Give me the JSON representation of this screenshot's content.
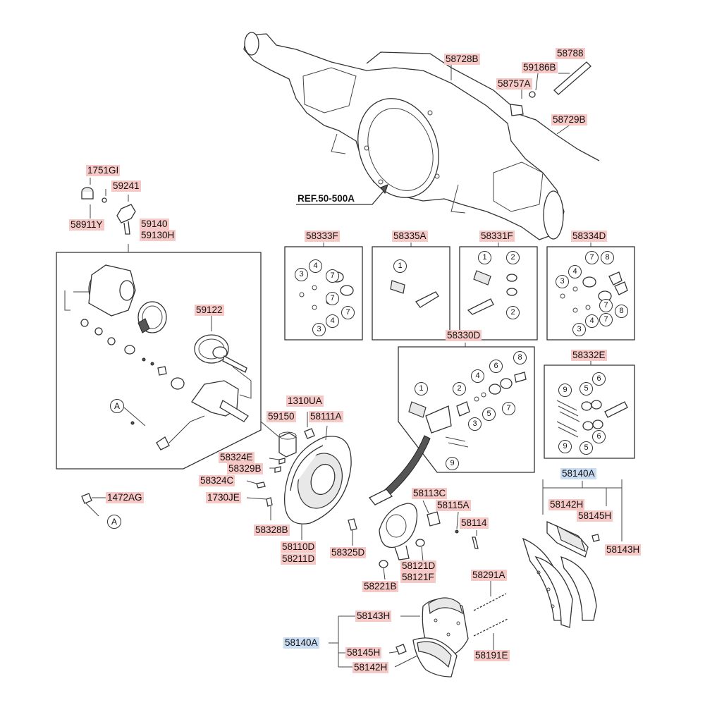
{
  "reference": "REF.50-500A",
  "labels": {
    "p58728B": "58728B",
    "p58788": "58788",
    "p59186B": "59186B",
    "p58757A": "58757A",
    "p58729B": "58729B",
    "p1751GI": "1751GI",
    "p59241": "59241",
    "p58911Y": "58911Y",
    "p59140": "59140",
    "p59130H": "59130H",
    "p59122": "59122",
    "p58333F": "58333F",
    "p58335A": "58335A",
    "p58331F": "58331F",
    "p58334D": "58334D",
    "p58330D": "58330D",
    "p58332E": "58332E",
    "p1310UA": "1310UA",
    "p59150": "59150",
    "p58111A": "58111A",
    "p58324E": "58324E",
    "p58329B": "58329B",
    "p58324C": "58324C",
    "p1730JE": "1730JE",
    "p58328B": "58328B",
    "p58110D": "58110D",
    "p58211D": "58211D",
    "p58325D": "58325D",
    "p1472AG": "1472AG",
    "p58113C": "58113C",
    "p58115A": "58115A",
    "p58114": "58114",
    "p58121D": "58121D",
    "p58121F": "58121F",
    "p58221B": "58221B",
    "p58291A": "58291A",
    "p58191E": "58191E",
    "p58140A_right": "58140A",
    "p58142H_right": "58142H",
    "p58145H_right": "58145H",
    "p58143H_right": "58143H",
    "p58143H_bottom": "58143H",
    "p58140A_bottom": "58140A",
    "p58145H_bottom": "58145H",
    "p58142H_bottom": "58142H"
  },
  "callout_letter": "A",
  "kit_numbers": {
    "k58333F": [
      "7",
      "3",
      "4",
      "7",
      "3",
      "4",
      "7"
    ],
    "k58335A": [
      "1"
    ],
    "k58331F": [
      "1",
      "2",
      "2"
    ],
    "k58334D": [
      "7",
      "8",
      "3",
      "4",
      "8",
      "7",
      "3",
      "4",
      "7"
    ],
    "k58330D": [
      "1",
      "2",
      "3",
      "4",
      "5",
      "6",
      "7",
      "8",
      "9"
    ],
    "k58332E": [
      "9",
      "5",
      "6",
      "9",
      "5",
      "6"
    ]
  },
  "colors": {
    "part_label": "#f7c9c6",
    "assembly_label": "#c9dcf2"
  }
}
